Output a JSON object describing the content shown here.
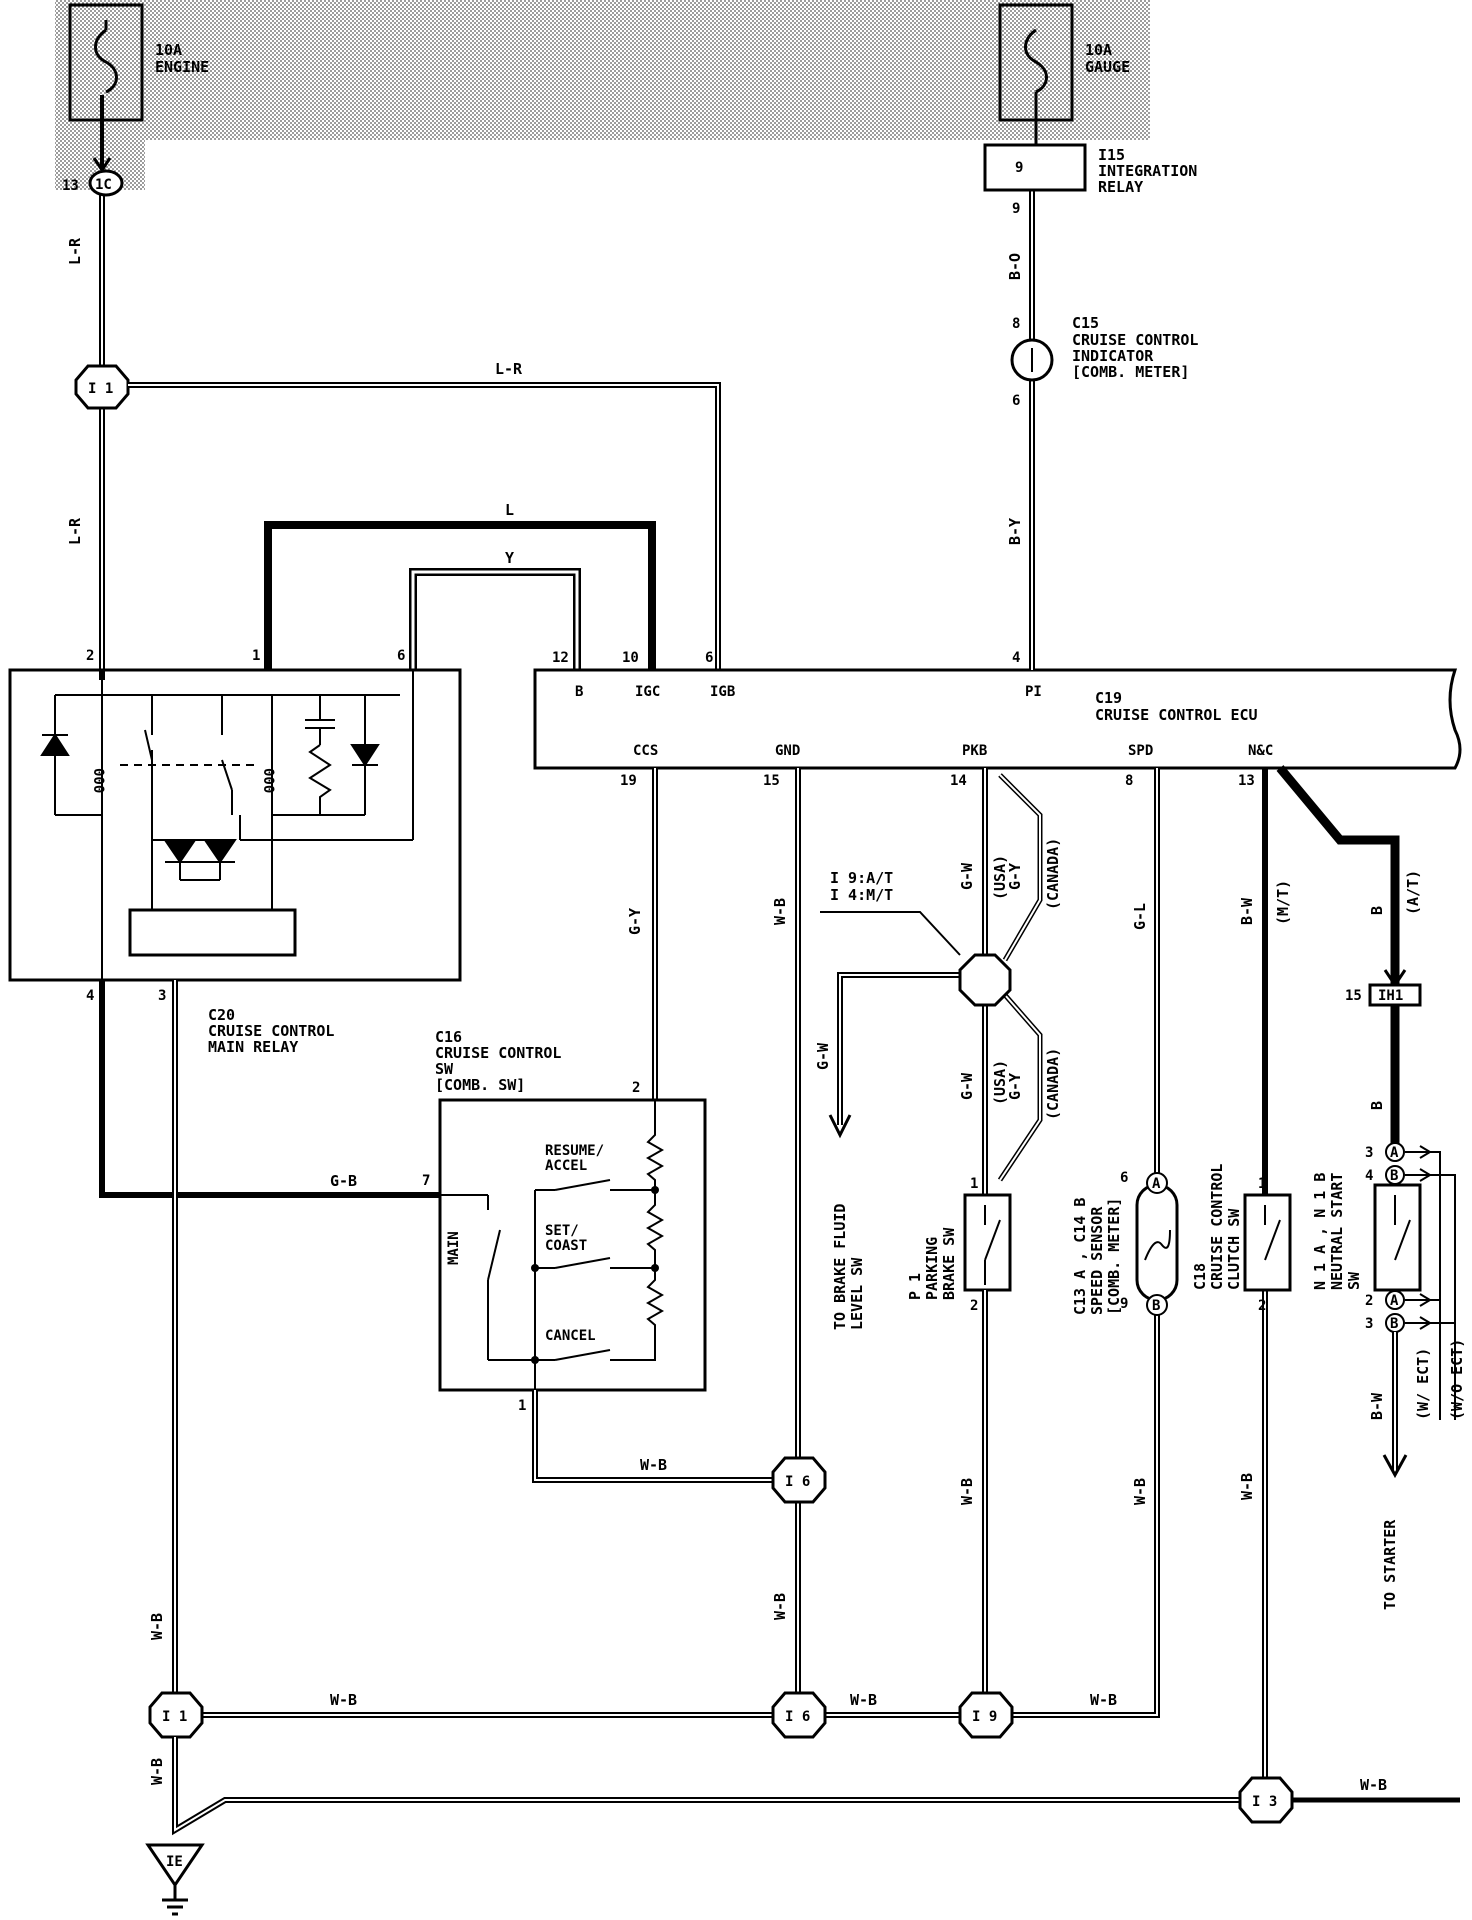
{
  "fuses": {
    "engine": {
      "amp": "10A",
      "name": "ENGINE"
    },
    "gauge": {
      "amp": "10A",
      "name": "GAUGE"
    }
  },
  "junction_1C": {
    "pin": "13",
    "id": "1C"
  },
  "integration_relay": {
    "code": "I15",
    "l1": "INTEGRATION",
    "l2": "RELAY",
    "pin_in": "9",
    "pin_out": "9"
  },
  "indicator": {
    "code": "C15",
    "l1": "CRUISE CONTROL",
    "l2": "INDICATOR",
    "l3": "[COMB. METER]",
    "pin_top": "8",
    "pin_bottom": "6"
  },
  "main_relay": {
    "code": "C20",
    "l1": "CRUISE CONTROL",
    "l2": "MAIN RELAY",
    "pins": [
      "2",
      "1",
      "6",
      "4",
      "3"
    ]
  },
  "ecu": {
    "code": "C19",
    "name": "CRUISE CONTROL ECU",
    "top_terminals": [
      "B",
      "IGC",
      "IGB",
      "PI"
    ],
    "top_pins": [
      "12",
      "10",
      "6",
      "4"
    ],
    "bottom_terminals": [
      "CCS",
      "GND",
      "PKB",
      "SPD",
      "N&C"
    ],
    "bottom_pins": [
      "19",
      "15",
      "14",
      "8",
      "13"
    ]
  },
  "control_sw": {
    "code": "C16",
    "l1": "CRUISE CONTROL",
    "l2": "SW",
    "l3": "[COMB. SW]",
    "main": "MAIN",
    "resume": "RESUME/",
    "accel": "ACCEL",
    "set": "SET/",
    "coast": "COAST",
    "cancel": "CANCEL",
    "pin_top": "2",
    "pin_left": "7",
    "pin_bottom": "1"
  },
  "wires": {
    "lr_top": "L-R",
    "lr_branch": "L-R",
    "lr_mid": "L-R",
    "l": "L",
    "y": "Y",
    "gy": "G-Y",
    "gb": "G-B",
    "wb_gnd": "W-B",
    "gw_upper": "G-W",
    "gy_upper": "G-Y",
    "usa": "(USA)",
    "canada": "(CANADA)",
    "gl": "G-L",
    "bw": "B-W",
    "mt": "(M/T)",
    "b": "B",
    "at": "(A/T)",
    "gw_fluid": "G-W",
    "bw_starter": "B-W",
    "bo": "B-O",
    "by": "B-Y"
  },
  "junction_I9": {
    "l1": "I 9:A/T",
    "l2": "I 4:M/T"
  },
  "brake_fluid": {
    "l1": "TO BRAKE FLUID",
    "l2": "LEVEL SW"
  },
  "parking_brake": {
    "code": "P 1",
    "l1": "PARKING",
    "l2": "BRAKE SW",
    "pin_top": "1",
    "pin_bottom": "2"
  },
  "speed_sensor": {
    "code": "C13 A , C14 B",
    "l1": "SPEED SENSOR",
    "l2": "[COMB. METER]",
    "pin_top": "6",
    "pin_bottom": "9"
  },
  "clutch_sw": {
    "code": "C18",
    "l1": "CRUISE CONTROL",
    "l2": "CLUTCH SW",
    "pin_top": "1",
    "pin_bottom": "2"
  },
  "neutral_sw": {
    "code": "N 1 A , N 1 B",
    "l1": "NEUTRAL START",
    "l2": "SW",
    "pins": [
      "3",
      "4",
      "2",
      "3"
    ]
  },
  "ih1": {
    "pin": "15",
    "id": "IH1"
  },
  "ect": {
    "w": "(W/ ECT)",
    "wo": "(W/O ECT)"
  },
  "starter": "TO STARTER",
  "junctions": {
    "i1": "I 1",
    "i6": "I 6",
    "i9": "I 9",
    "i3": "I 3",
    "ie": "IE"
  },
  "bus_labels": {
    "wb1": "W-B",
    "wb2": "W-B",
    "wb3": "W-B",
    "wb4": "W-B",
    "wb5": "W-B",
    "wb6": "W-B",
    "wb7": "W-B",
    "wb8": "W-B",
    "wb9": "W-B",
    "wb10": "W-B",
    "wb11": "W-B",
    "wb12": "W-B"
  },
  "connector_letters": {
    "a": "A",
    "b": "B"
  }
}
